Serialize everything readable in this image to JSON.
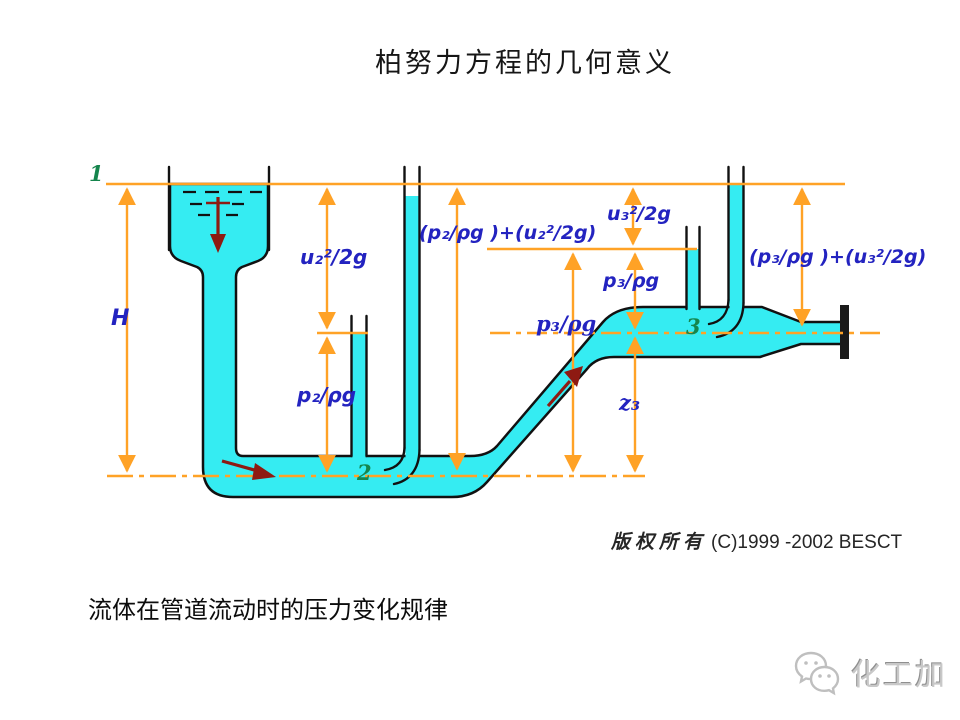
{
  "slide": {
    "title": "柏努力方程的几何意义",
    "caption": "流体在管道流动时的压力变化规律",
    "copyright_cn": "版权所有",
    "copyright_en": "(C)1999 -2002 BESCT"
  },
  "diagram": {
    "points": {
      "p1": "1",
      "p2": "2",
      "p3": "3"
    },
    "labels": {
      "H": "H",
      "u2_head": "u₂²/2g",
      "p2_head": "p₂/ρg",
      "total2": "(p₂/ρg )+(u₂²/2g)",
      "u3_head": "u₃²/2g",
      "p3_head": "p₃/ρg",
      "p3_head_serif": "p₃/ρg",
      "total3": "(p₃/ρg )+(u₃²/2g)",
      "z3": "z₃"
    },
    "colors": {
      "fluid": "#35ecf2",
      "dimension_lines": "#ffa226",
      "formula_text": "#2323c0",
      "point_text": "#15854d",
      "flow_arrows": "#8e1a12"
    }
  },
  "watermark": {
    "label": "化工加",
    "icon": "wechat-bubbles-icon"
  }
}
